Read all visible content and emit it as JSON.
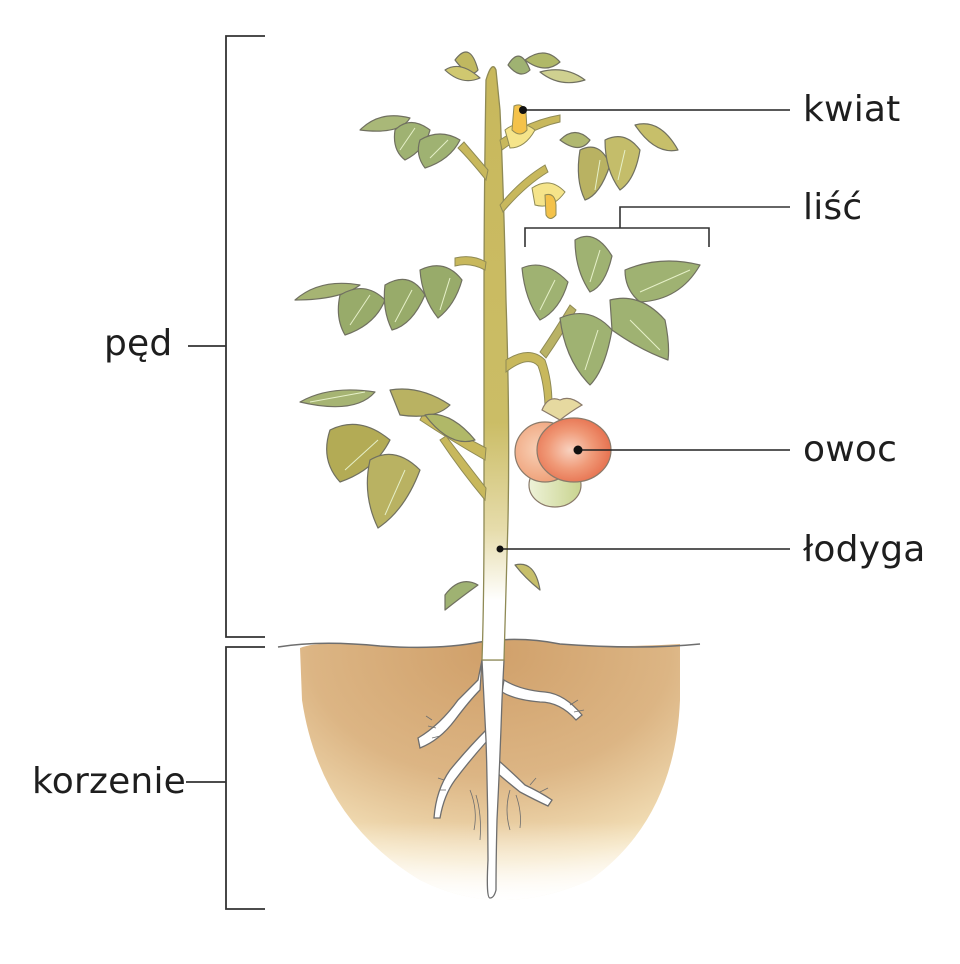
{
  "diagram": {
    "subject": "tomato plant anatomy",
    "colors": {
      "stem": "#c8b85c",
      "stem_outline": "#8f8a55",
      "leaf": "#9fb272",
      "leaf_dark": "#b3ab55",
      "leaf_vein": "#e6f0c8",
      "flower": "#f4c24a",
      "fruit": "#ec7a55",
      "fruit_highlight": "#f7c6ae",
      "unripe_fruit": "#d9e2b2",
      "soil_dark": "#d4a775",
      "soil_light": "#f5e4bd",
      "root": "#ffffff",
      "line": "#333333"
    },
    "brackets": {
      "shoot": {
        "label": "pęd"
      },
      "root": {
        "label": "korzenie"
      }
    },
    "callouts": {
      "flower": {
        "label": "kwiat"
      },
      "leaf": {
        "label": "liść"
      },
      "fruit": {
        "label": "owoc"
      },
      "stem": {
        "label": "łodyga"
      }
    }
  }
}
